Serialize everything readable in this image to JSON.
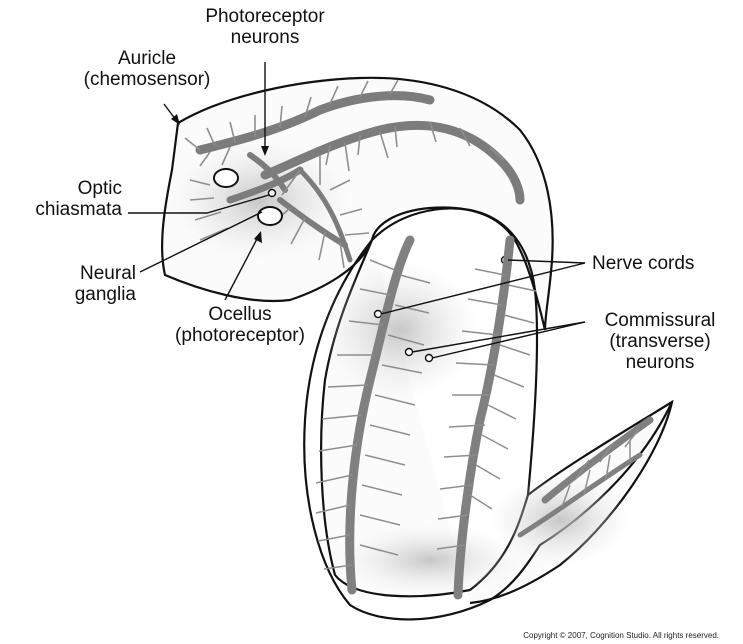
{
  "labels": {
    "photoreceptor_neurons": "Photoreceptor\nneurons",
    "auricle": "Auricle\n(chemosensor)",
    "optic_chiasmata": "Optic\nchiasmata",
    "neural_ganglia": "Neural\nganglia",
    "ocellus": "Ocellus\n(photoreceptor)",
    "nerve_cords": "Nerve cords",
    "commissural_neurons": "Commissural\n(transverse)\nneurons"
  },
  "copyright": "Copyright © 2007, Cognition Studio. All rights reserved.",
  "colors": {
    "outline": "#111111",
    "nerve": "#8a8a8a",
    "nerve_dark": "#6e6e6e",
    "shading": "#cfcfcf",
    "text": "#111111"
  }
}
